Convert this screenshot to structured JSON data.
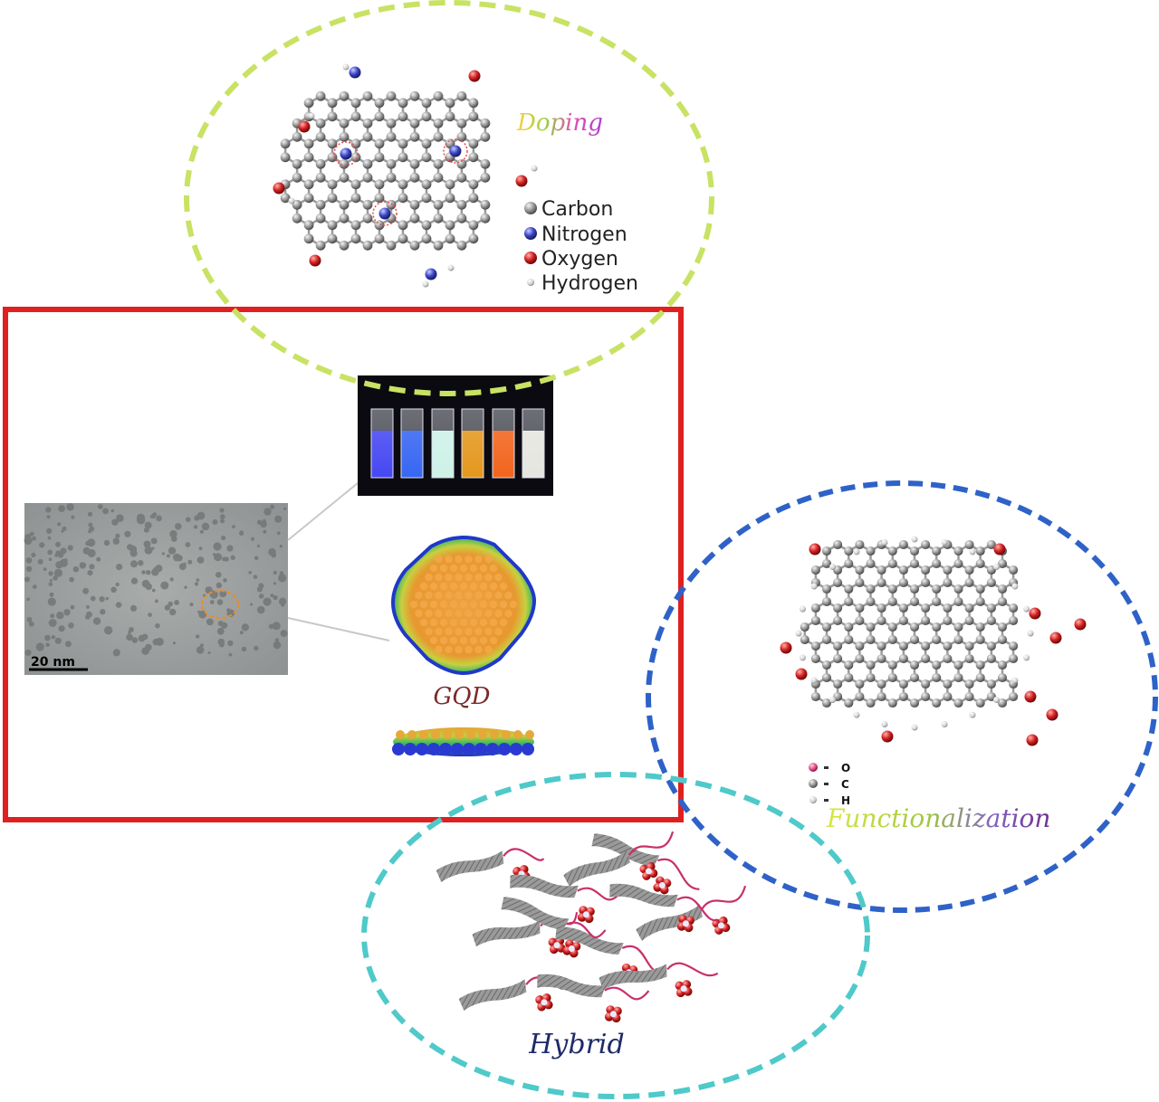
{
  "doping": {
    "title": "Doping",
    "legend": [
      "Carbon",
      "Nitrogen",
      "Oxygen",
      "Hydrogen"
    ],
    "colors": {
      "ring": "#c8e264",
      "carbon": "#8f8f8f",
      "nitrogen": "#3b45c8",
      "oxygen": "#d42020",
      "hydrogen": "#d8d8d8"
    }
  },
  "gqd": {
    "label": "GQD",
    "scale_bar": "20 nm",
    "frame_color": "#e02020",
    "vial_colors": [
      "#4a4cff",
      "#3a6cff",
      "#d8fff4",
      "#f0a020",
      "#ff6a20",
      "#f2f2ec"
    ]
  },
  "functionalization": {
    "title": "Functionalization",
    "legend": [
      "O",
      "C",
      "H"
    ],
    "ring_color": "#2f62c8"
  },
  "hybrid": {
    "title": "Hybrid",
    "ring_color": "#4fc9c9"
  }
}
